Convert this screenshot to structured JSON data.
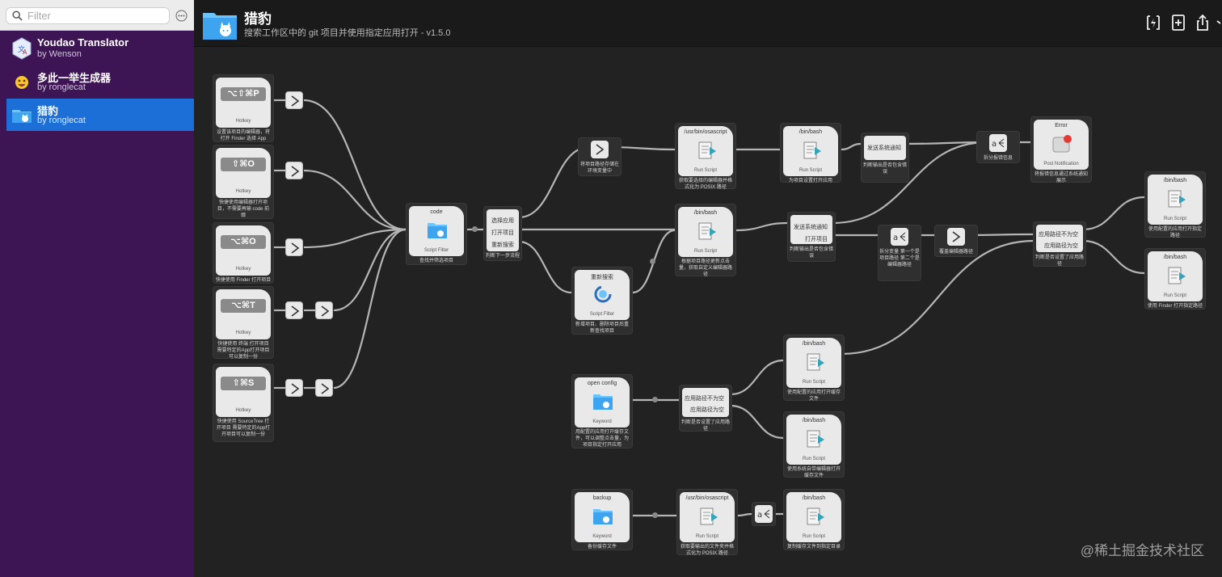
{
  "search": {
    "placeholder": "Filter"
  },
  "workflows": [
    {
      "name": "Youdao Translator",
      "author": "by Wenson"
    },
    {
      "name": "多此一举生成器",
      "author": "by ronglecat"
    },
    {
      "name": "猎豹",
      "author": "by ronglecat"
    }
  ],
  "header": {
    "title": "猎豹",
    "subtitle": "搜索工作区中的 git 项目并使用指定应用打开 - v1.5.0"
  },
  "hotkeys": [
    {
      "key": "⌥⇧⌘P",
      "label": "Hotkey",
      "desc": "设置该项目的编辑器，将打开 Finder 选择 App"
    },
    {
      "key": "⇧⌘O",
      "label": "Hotkey",
      "desc": "快捷使用编辑器打开项目，不需要再输 code 前缀"
    },
    {
      "key": "⌥⌘O",
      "label": "Hotkey",
      "desc": "快捷使用 Finder 打开项目"
    },
    {
      "key": "⌥⌘T",
      "label": "Hotkey",
      "desc": "快捷使用 终端 打开项目 需要特定的App打开项目可以复制一份"
    },
    {
      "key": "⇧⌘S",
      "label": "Hotkey",
      "desc": "快捷使用 SourceTree 打开项目 需要特定的App打开项目可以复制一份"
    }
  ],
  "nodes": {
    "code": {
      "title": "code",
      "label": "Script Filter",
      "desc": "查找并筛选项目"
    },
    "research": {
      "title": "重新搜索",
      "label": "Script Filter",
      "desc": "新增项目、删除项目后重新查找项目"
    },
    "openconfig": {
      "title": "open config",
      "label": "Keyword",
      "desc": "用配置的应用打开缓存文件，可以调整点击量，为项目指定打开应用"
    },
    "backup": {
      "title": "backup",
      "label": "Keyword",
      "desc": "备份缓存文件"
    },
    "osa1": {
      "title": "/usr/bin/osascript",
      "label": "Run Script",
      "desc": "获取要选择的编辑器并格式化为 POSIX 路径"
    },
    "bash1": {
      "title": "/bin/bash",
      "label": "Run Script",
      "desc": "为项目设置打开应用"
    },
    "bash2": {
      "title": "/bin/bash",
      "label": "Run Script",
      "desc": "根据项目路径更新点击量，获取自定义编辑器路径"
    },
    "error": {
      "title": "Error",
      "label": "Post Notification",
      "desc": "将报错信息通过系统通知展示"
    },
    "bashr1": {
      "title": "/bin/bash",
      "label": "Run Script",
      "desc": "使用配置的应用打开指定路径"
    },
    "bashr2": {
      "title": "/bin/bash",
      "label": "Run Script",
      "desc": "使用 Finder 打开指定路径"
    },
    "bashm1": {
      "title": "/bin/bash",
      "label": "Run Script",
      "desc": "使用配置的应用打开缓存文件"
    },
    "bashm2": {
      "title": "/bin/bash",
      "label": "Run Script",
      "desc": "使用系统自带编辑器打开缓存文件"
    },
    "osa2": {
      "title": "/usr/bin/osascript",
      "label": "Run Script",
      "desc": "获取要输出的文件夹并格式化为 POSIX 路径"
    },
    "bash3": {
      "title": "/bin/bash",
      "label": "Run Script",
      "desc": "复制缓存文件到指定目录"
    }
  },
  "conds": {
    "judge": {
      "opts": [
        "选择应用",
        "打开项目",
        "重新搜索"
      ],
      "desc": "判断下一步流程"
    },
    "notify1": {
      "opts": [
        "发送系统通知"
      ],
      "desc": "判断输出是否包含错误"
    },
    "notify2": {
      "opts": [
        "发送系统通知",
        "打开项目"
      ],
      "desc": "判断输出是否包含错误"
    },
    "apppath": {
      "opts": [
        "应用路径不为空",
        "应用路径为空"
      ],
      "desc": "判断是否设置了应用路径"
    },
    "apppath2": {
      "opts": [
        "应用路径不为空",
        "应用路径为空"
      ],
      "desc": "判断是否设置了应用路径"
    }
  },
  "smalls": {
    "storevar": {
      "desc": "将项目路径存储在环境变量中"
    },
    "splitinfo": {
      "desc": "拆分报错信息"
    },
    "splitvar": {
      "desc": "拆分变量 第一个是项目路径 第二个是编辑器路径"
    },
    "override": {
      "desc": "覆盖编辑器路径"
    }
  },
  "watermark": "@稀土掘金技术社区",
  "colors": {
    "sidebar": "#3d1454",
    "selected": "#1b6fd6",
    "canvas": "#222222",
    "wire": "#b5b5b5"
  }
}
